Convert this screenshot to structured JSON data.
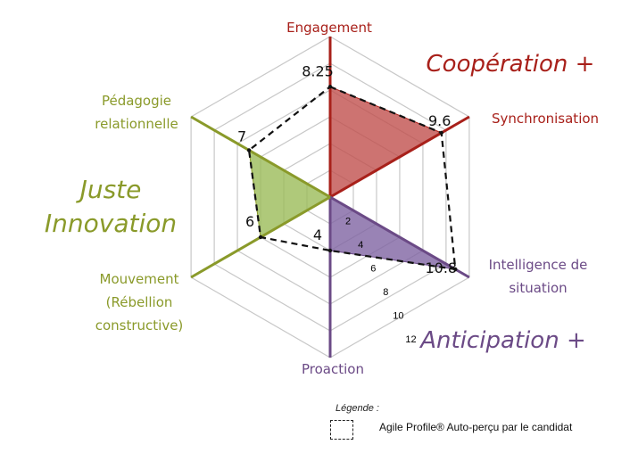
{
  "chart_data": {
    "type": "radar",
    "axes": [
      "Engagement",
      "Synchronisation",
      "Intelligence de situation",
      "Proaction",
      "Mouvement (Rébellion constructive)",
      "Pédagogie relationnelle"
    ],
    "axis_label_lines": [
      [
        "Engagement"
      ],
      [
        "Synchronisation"
      ],
      [
        "Intelligence de",
        "situation"
      ],
      [
        "Proaction"
      ],
      [
        "Mouvement",
        "(Rébellion",
        "constructive)"
      ],
      [
        "Pédagogie",
        "relationnelle"
      ]
    ],
    "axis_colors": [
      "#a8201a",
      "#a8201a",
      "#6b4a86",
      "#6b4a86",
      "#8a9a2a",
      "#8a9a2a"
    ],
    "rmax": 12,
    "ticks": [
      2,
      4,
      6,
      8,
      10,
      12
    ],
    "grid": true,
    "series": [
      {
        "values": [
          8.25,
          9.6,
          10.8,
          4,
          6,
          7
        ],
        "style": "dashed",
        "color": "#111111"
      }
    ],
    "value_labels": [
      "8.25",
      "9.6",
      "10.8",
      "4",
      "6",
      "7"
    ],
    "sectors": [
      {
        "name": "Coopération +",
        "axes": [
          0,
          1
        ],
        "fill": "#c0504d"
      },
      {
        "name": "Anticipation +",
        "axes": [
          2,
          3
        ],
        "fill": "#8064a2"
      },
      {
        "name": "Juste Innovation",
        "axes": [
          4,
          5
        ],
        "fill": "#9bbb59"
      }
    ],
    "legend": {
      "title": "Légende :",
      "entry": "Agile Profile® Auto-perçu par le candidat"
    }
  }
}
